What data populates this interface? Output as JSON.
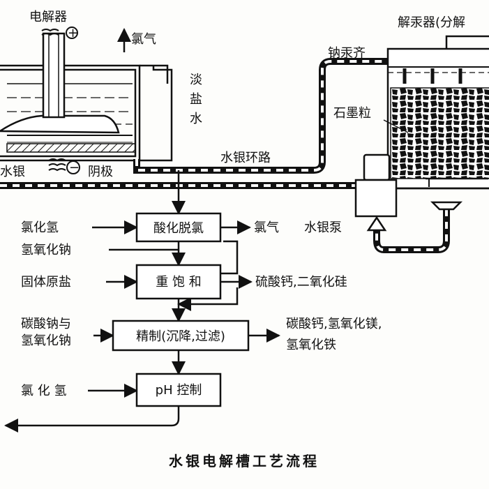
{
  "labels": {
    "electrolyzer": "电解器",
    "plus_sign": "+",
    "minus_sign": "−",
    "chlorine_out_top": "氯气",
    "dilute_brine": [
      "淡",
      "盐",
      "水"
    ],
    "mercury_left": "水银",
    "cathode": "阴极",
    "mercury_loop": "水银环路",
    "decomposer": "解汞器(分解",
    "sodium_amalgam": "钠汞齐",
    "graphite_grains": "石墨粒",
    "mercury_pump": "水银泵"
  },
  "process": {
    "steps": [
      {
        "label": "酸化脱氯",
        "input": "氯化氢",
        "output": "氯气"
      },
      {
        "label": "重 饱 和",
        "input": "固体原盐",
        "output": "硫酸钙,二氧化硅"
      },
      {
        "label": "精制(沉降,过滤)",
        "input": "碳酸钠与\n氢氧化钠",
        "output": "碳酸钙,氢氧化镁,\n氢氧化铁"
      },
      {
        "label": "pH 控制",
        "input": "氯 化 氢",
        "output": ""
      }
    ],
    "extra_input": "氢氧化钠"
  },
  "caption": "水银电解槽工艺流程"
}
